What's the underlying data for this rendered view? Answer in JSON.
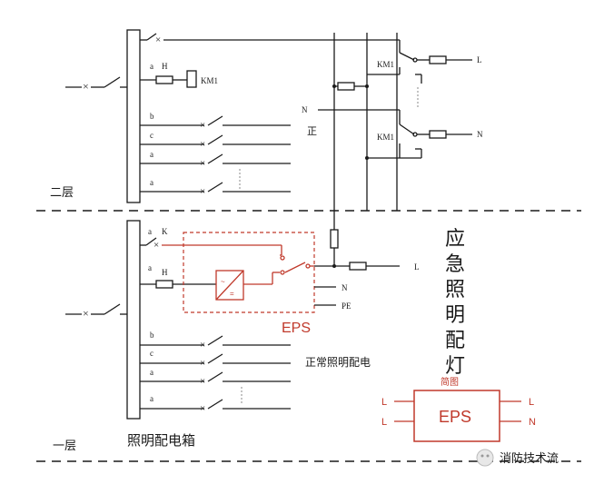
{
  "floors": {
    "upper": "二层",
    "lower": "一层"
  },
  "upper": {
    "labels": {
      "a1": "a",
      "h": "H",
      "km1_coil": "KM1",
      "b": "b",
      "c": "c",
      "a2": "a",
      "a3": "a"
    },
    "right": {
      "km1_top": "KM1",
      "km1_bot": "KM1",
      "l": "L",
      "n_out": "N",
      "n_in": "N",
      "zheng": "正"
    }
  },
  "lower": {
    "labels": {
      "a1": "a",
      "k": "K",
      "a2": "a",
      "h": "H",
      "b": "b",
      "c": "c",
      "a3": "a",
      "a4": "a"
    },
    "eps_label": "EPS",
    "l": "L",
    "n": "N",
    "pe": "PE",
    "normal_lighting": "正常照明配电",
    "panel_name": "照明配电箱"
  },
  "emergency_title": [
    "应",
    "急",
    "照",
    "明",
    "配",
    "灯"
  ],
  "schematic": {
    "title": "简图",
    "box": "EPS",
    "in_top": "L",
    "in_bot": "L",
    "out_top": "L",
    "out_bot": "N"
  },
  "watermark": "消防技术流",
  "colors": {
    "line": "#1a1a1a",
    "eps_red": "#c0392b"
  }
}
